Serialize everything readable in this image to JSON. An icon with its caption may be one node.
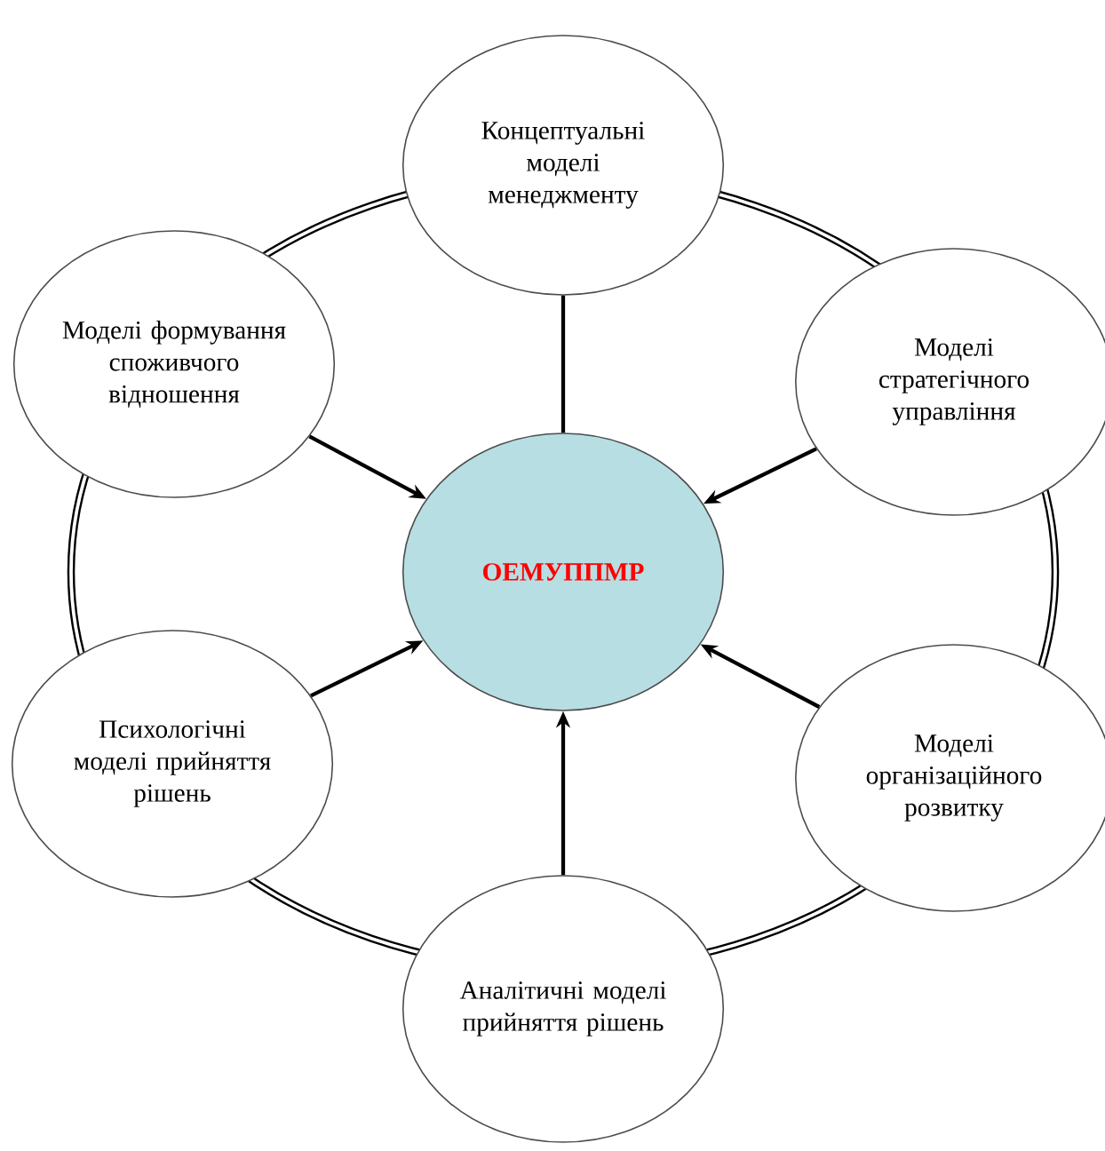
{
  "diagram": {
    "nodes": [
      {
        "text": [
          "ОЕМУППМР"
        ]
      },
      {
        "text": [
          "Концептуальні моделі менеджменту"
        ]
      },
      {
        "text": [
          "Моделі стратегічного управління"
        ]
      },
      {
        "text": [
          "Моделі організаційного розвитку"
        ]
      },
      {
        "text": [
          "Аналітичні моделі прийняття рішень"
        ]
      },
      {
        "text": [
          "Психологічні моделі прийняття рішень"
        ]
      },
      {
        "text": [
          "Моделі формування споживчого відношення"
        ]
      }
    ],
    "edges": [
      {
        "from": 1,
        "to": 0,
        "arrow": "none"
      },
      {
        "from": 2,
        "to": 0,
        "arrow": "to"
      },
      {
        "from": 3,
        "to": 0,
        "arrow": "to"
      },
      {
        "from": 4,
        "to": 0,
        "arrow": "to"
      },
      {
        "from": 5,
        "to": 0,
        "arrow": "to"
      },
      {
        "from": 6,
        "to": 0,
        "arrow": "to"
      }
    ]
  }
}
